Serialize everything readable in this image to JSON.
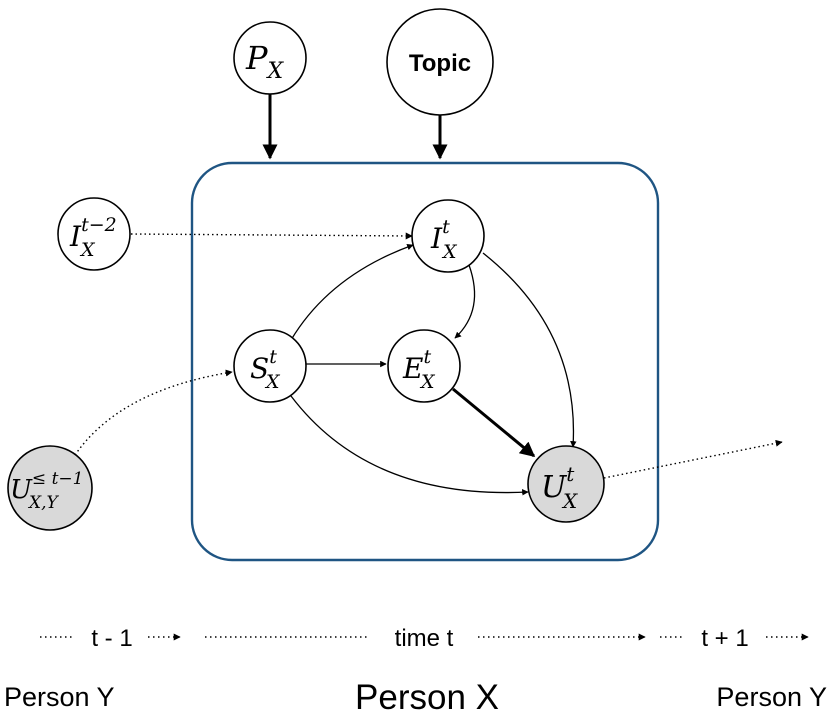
{
  "nodes": {
    "px": {
      "base": "P",
      "sub": "X",
      "sup": ""
    },
    "topic": {
      "label": "Topic"
    },
    "i_prev": {
      "base": "I",
      "sub": "X",
      "sup": "t−2"
    },
    "i_t": {
      "base": "I",
      "sub": "X",
      "sup": "t"
    },
    "s_t": {
      "base": "S",
      "sub": "X",
      "sup": "t"
    },
    "e_t": {
      "base": "E",
      "sub": "X",
      "sup": "t"
    },
    "u_prev": {
      "base": "U",
      "sub": "X,Y",
      "sup": "≤ t−1"
    },
    "u_t": {
      "base": "U",
      "sub": "X",
      "sup": "t"
    }
  },
  "timeline": {
    "prev": "t - 1",
    "current": "time t",
    "next": "t + 1"
  },
  "persons": {
    "left": "Person Y",
    "center": "Person X",
    "right": "Person Y"
  },
  "colors": {
    "plate_border": "#1f5583",
    "observed_fill": "#d9d9d9",
    "node_stroke": "#000000"
  }
}
